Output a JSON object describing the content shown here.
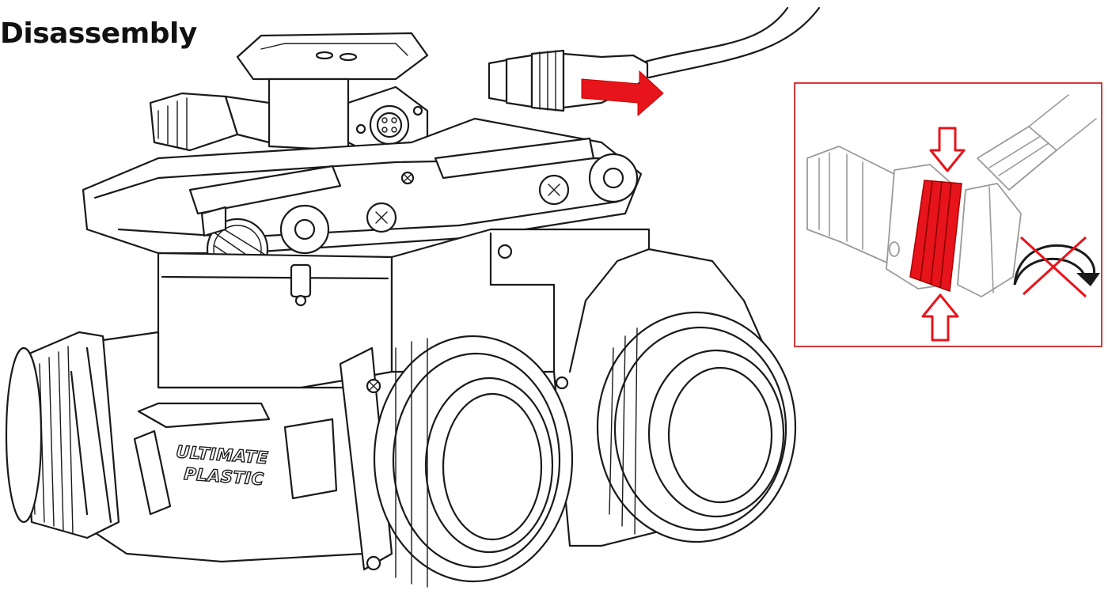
{
  "title": "Disassembly",
  "body_stamp": {
    "line1": "ULTIMATE",
    "line2": "PLASTIC"
  },
  "colors": {
    "accent_red": "#e8141b",
    "inset_border": "#d23a3a",
    "line": "#1a1a1a",
    "detail_grey": "#9a9a9a"
  },
  "icons": {
    "pull_direction": "red-arrow-right-icon",
    "squeeze": "press-arrows-icon",
    "no_rotation": "crossed-rotate-icon"
  }
}
